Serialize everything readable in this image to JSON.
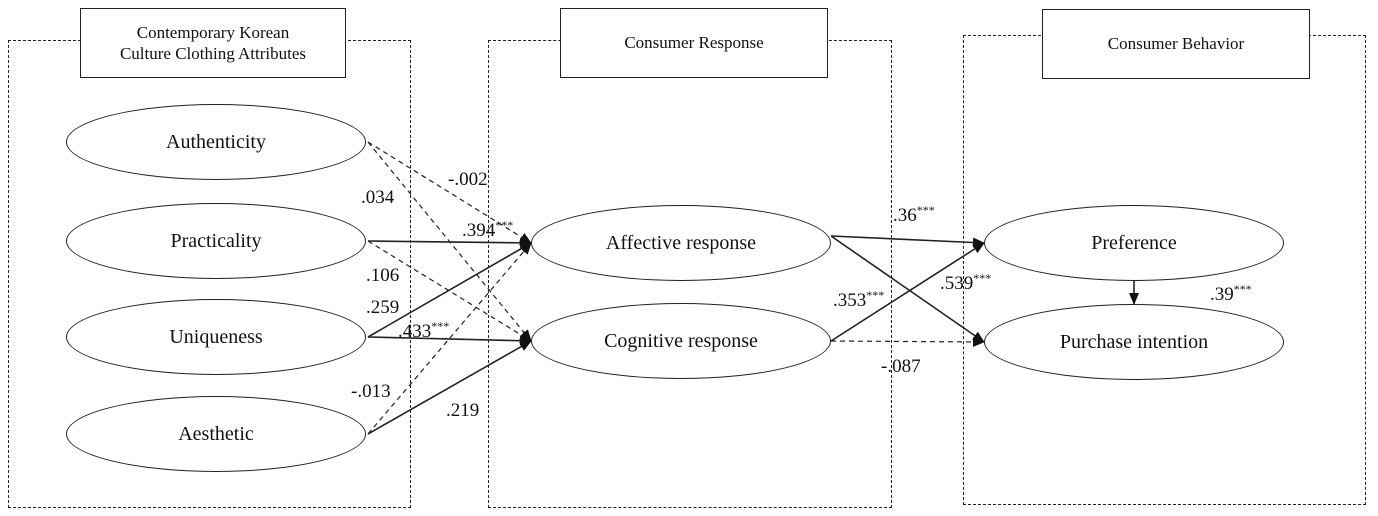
{
  "groups": {
    "attributes": {
      "title": "Contemporary Korean\nCulture Clothing Attributes"
    },
    "response": {
      "title": "Consumer Response"
    },
    "behavior": {
      "title": "Consumer Behavior"
    }
  },
  "nodes": {
    "authenticity": "Authenticity",
    "practicality": "Practicality",
    "uniqueness": "Uniqueness",
    "aesthetic": "Aesthetic",
    "affective": "Affective response",
    "cognitive": "Cognitive response",
    "preference": "Preference",
    "purchase": "Purchase intention"
  },
  "paths": [
    {
      "id": "auth-aff",
      "from": "authenticity",
      "to": "affective",
      "coef": "-.002",
      "sig": "",
      "significant": false
    },
    {
      "id": "auth-cog",
      "from": "authenticity",
      "to": "cognitive",
      "coef": ".034",
      "sig": "",
      "significant": false
    },
    {
      "id": "prac-aff",
      "from": "practicality",
      "to": "affective",
      "coef": ".394",
      "sig": "***",
      "significant": true
    },
    {
      "id": "prac-cog",
      "from": "practicality",
      "to": "cognitive",
      "coef": ".106",
      "sig": "",
      "significant": false
    },
    {
      "id": "uniq-aff",
      "from": "uniqueness",
      "to": "affective",
      "coef": ".259",
      "sig": "",
      "significant": true
    },
    {
      "id": "uniq-cog",
      "from": "uniqueness",
      "to": "cognitive",
      "coef": ".433",
      "sig": "***",
      "significant": true
    },
    {
      "id": "aest-aff",
      "from": "aesthetic",
      "to": "affective",
      "coef": "-.013",
      "sig": "",
      "significant": false
    },
    {
      "id": "aest-cog",
      "from": "aesthetic",
      "to": "cognitive",
      "coef": ".219",
      "sig": "",
      "significant": true
    },
    {
      "id": "aff-pref",
      "from": "affective",
      "to": "preference",
      "coef": ".36",
      "sig": "***",
      "significant": true
    },
    {
      "id": "aff-pur",
      "from": "affective",
      "to": "purchase",
      "coef": ".539",
      "sig": "***",
      "significant": true
    },
    {
      "id": "cog-pref",
      "from": "cognitive",
      "to": "preference",
      "coef": ".353",
      "sig": "***",
      "significant": true
    },
    {
      "id": "cog-pur",
      "from": "cognitive",
      "to": "purchase",
      "coef": "-.087",
      "sig": "",
      "significant": false
    },
    {
      "id": "pref-pur",
      "from": "preference",
      "to": "purchase",
      "coef": ".39",
      "sig": "***",
      "significant": true
    }
  ],
  "colors": {
    "stroke": "#222222",
    "text": "#111111"
  }
}
